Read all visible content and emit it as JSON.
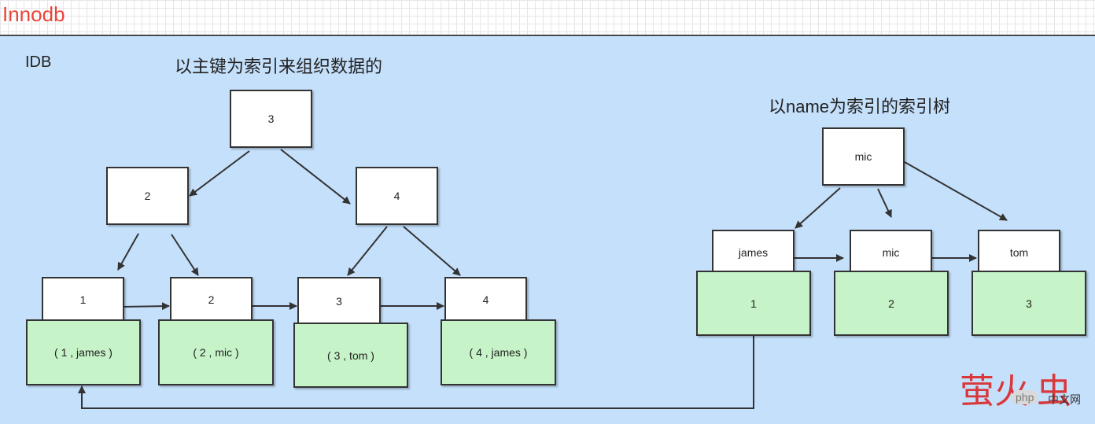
{
  "title": "Innodb",
  "idb_label": "IDB",
  "primary_tree": {
    "heading": "以主键为索引来组织数据的",
    "root": "3",
    "level2": [
      "2",
      "4"
    ],
    "leaf_keys": [
      "1",
      "2",
      "3",
      "4"
    ],
    "leaf_rows": [
      "( 1 , james )",
      "( 2 , mic )",
      "( 3 , tom )",
      "( 4 , james )"
    ]
  },
  "name_tree": {
    "heading": "以name为索引的索引树",
    "root": "mic",
    "leaf_keys": [
      "james",
      "mic",
      "tom"
    ],
    "leaf_values": [
      "1",
      "2",
      "3"
    ]
  },
  "watermark": {
    "char1": "萤",
    "char2": "火",
    "char3": "虫",
    "badge": "php",
    "suffix": "中文网"
  },
  "colors": {
    "title": "#e8473a",
    "canvas": "#c5e0fb",
    "leaf_fill": "#c6f3c7",
    "node_fill": "#ffffff",
    "line": "#333333"
  }
}
